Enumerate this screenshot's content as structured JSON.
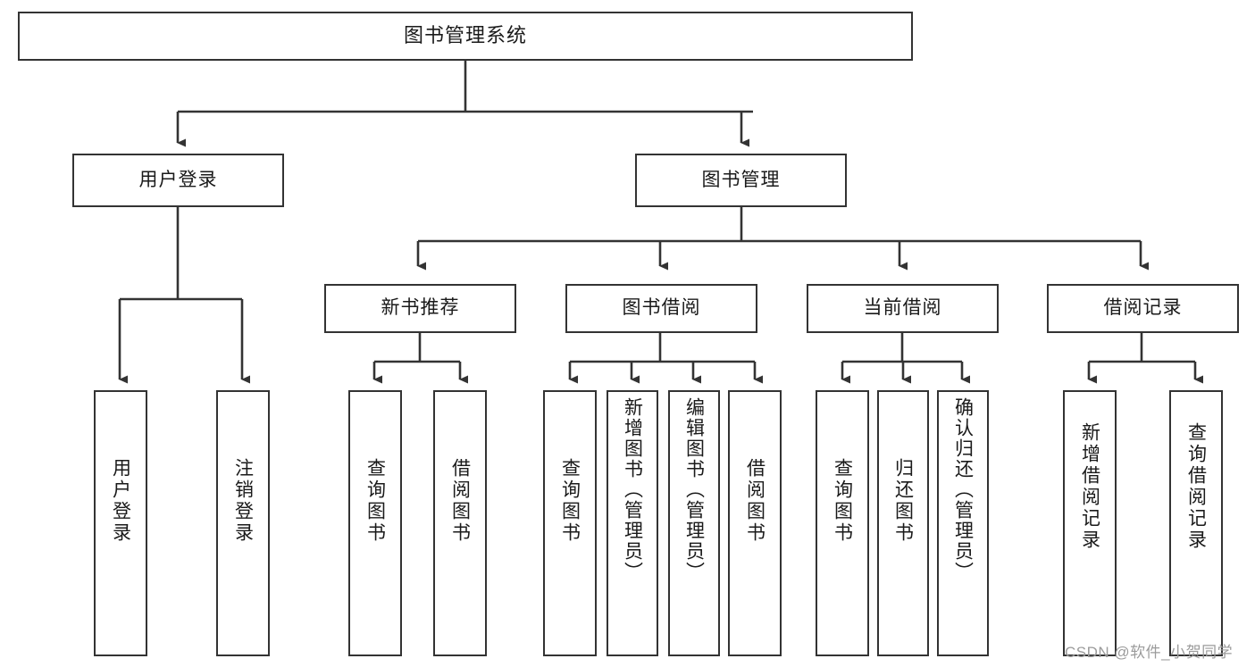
{
  "diagram": {
    "title": "图书管理系统",
    "type": "tree",
    "orientation": "top-down",
    "colors": {
      "node_border": "#333333",
      "node_fill": "#ffffff",
      "edge": "#333333",
      "text": "#1a1a1a",
      "watermark": "#9b9b9b",
      "background": "#ffffff"
    },
    "watermark": "CSDN @软件_小贺同学",
    "nodes": {
      "root": {
        "id": "root",
        "label": "图书管理系统",
        "level": 0,
        "orientation": "horizontal"
      },
      "level1": [
        {
          "id": "user-login",
          "label": "用户登录",
          "orientation": "horizontal"
        },
        {
          "id": "book-management",
          "label": "图书管理",
          "orientation": "horizontal"
        }
      ],
      "level2": [
        {
          "id": "new-book-recommend",
          "label": "新书推荐",
          "parent": "book-management",
          "orientation": "horizontal"
        },
        {
          "id": "book-borrow",
          "label": "图书借阅",
          "parent": "book-management",
          "orientation": "horizontal"
        },
        {
          "id": "current-borrow",
          "label": "当前借阅",
          "parent": "book-management",
          "orientation": "horizontal"
        },
        {
          "id": "borrow-record",
          "label": "借阅记录",
          "parent": "book-management",
          "orientation": "horizontal"
        }
      ],
      "leaves": [
        {
          "id": "leaf-user-login",
          "label": "用户登录",
          "parent": "user-login",
          "orientation": "vertical"
        },
        {
          "id": "leaf-logout",
          "label": "注销登录",
          "parent": "user-login",
          "orientation": "vertical"
        },
        {
          "id": "leaf-query-book-1",
          "label": "查询图书",
          "parent": "new-book-recommend",
          "orientation": "vertical"
        },
        {
          "id": "leaf-borrow-book-1",
          "label": "借阅图书",
          "parent": "new-book-recommend",
          "orientation": "vertical"
        },
        {
          "id": "leaf-query-book-2",
          "label": "查询图书",
          "parent": "book-borrow",
          "orientation": "vertical"
        },
        {
          "id": "leaf-add-book",
          "label": "新增图书（管理员）",
          "parent": "book-borrow",
          "orientation": "vertical"
        },
        {
          "id": "leaf-edit-book",
          "label": "编辑图书（管理员）",
          "parent": "book-borrow",
          "orientation": "vertical"
        },
        {
          "id": "leaf-borrow-book-2",
          "label": "借阅图书",
          "parent": "book-borrow",
          "orientation": "vertical"
        },
        {
          "id": "leaf-query-book-3",
          "label": "查询图书",
          "parent": "current-borrow",
          "orientation": "vertical"
        },
        {
          "id": "leaf-return-book",
          "label": "归还图书",
          "parent": "current-borrow",
          "orientation": "vertical"
        },
        {
          "id": "leaf-confirm-return",
          "label": "确认归还（管理员）",
          "parent": "current-borrow",
          "orientation": "vertical"
        },
        {
          "id": "leaf-add-record",
          "label": "新增借阅记录",
          "parent": "borrow-record",
          "orientation": "vertical"
        },
        {
          "id": "leaf-query-record",
          "label": "查询借阅记录",
          "parent": "borrow-record",
          "orientation": "vertical"
        }
      ]
    }
  }
}
